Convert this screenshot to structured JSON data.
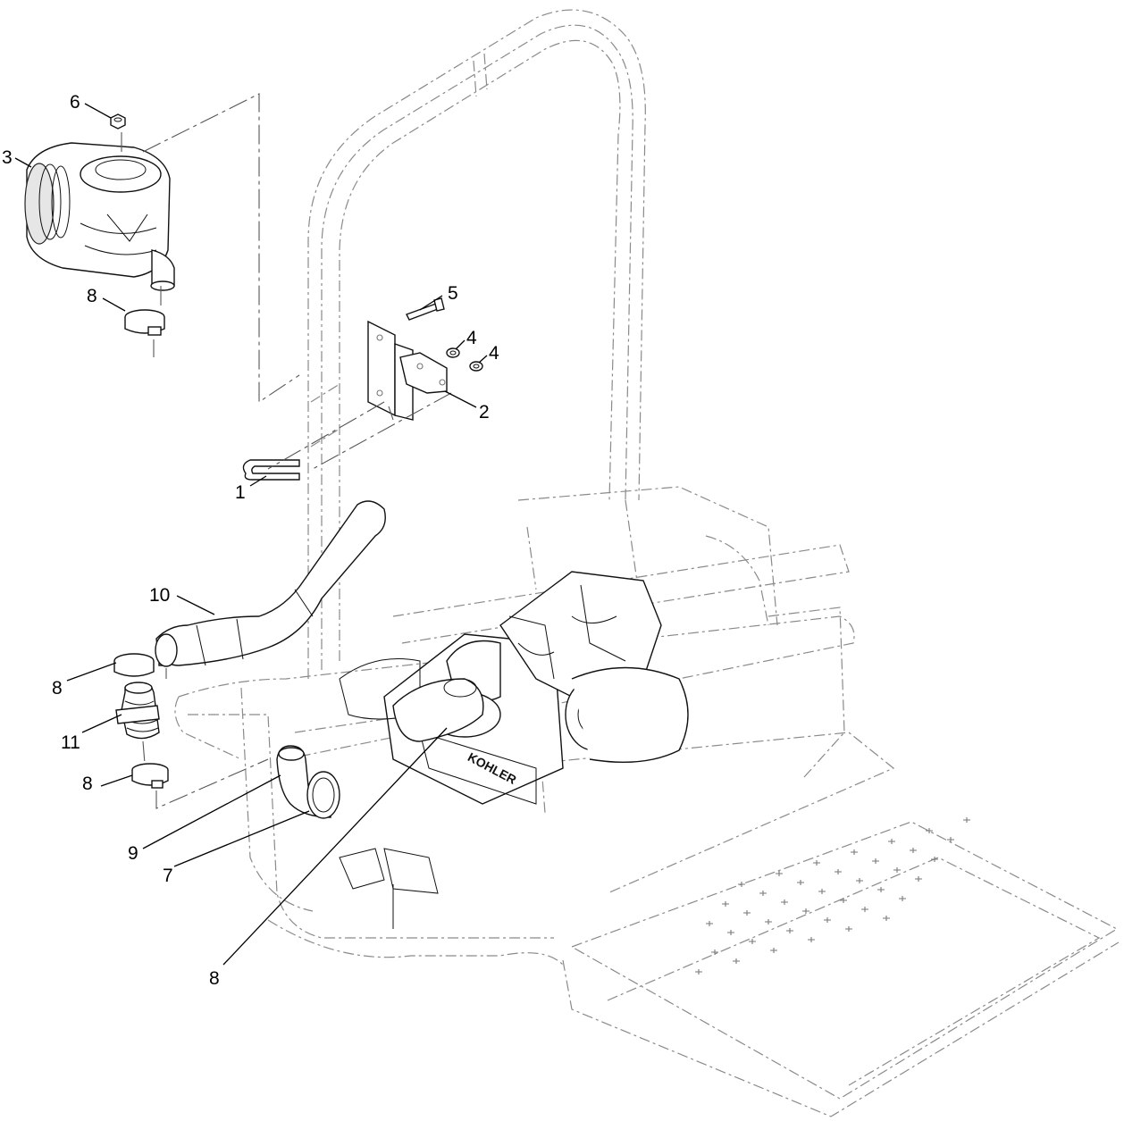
{
  "diagram": {
    "callouts": [
      {
        "id": "c1",
        "label": "1"
      },
      {
        "id": "c2",
        "label": "2"
      },
      {
        "id": "c3",
        "label": "3"
      },
      {
        "id": "c4a",
        "label": "4"
      },
      {
        "id": "c4b",
        "label": "4"
      },
      {
        "id": "c5",
        "label": "5"
      },
      {
        "id": "c6",
        "label": "6"
      },
      {
        "id": "c7",
        "label": "7"
      },
      {
        "id": "c8a",
        "label": "8"
      },
      {
        "id": "c8b",
        "label": "8"
      },
      {
        "id": "c8c",
        "label": "8"
      },
      {
        "id": "c8d",
        "label": "8"
      },
      {
        "id": "c9",
        "label": "9"
      },
      {
        "id": "c10",
        "label": "10"
      },
      {
        "id": "c11",
        "label": "11"
      }
    ],
    "engine_brand": "KOHLER"
  }
}
